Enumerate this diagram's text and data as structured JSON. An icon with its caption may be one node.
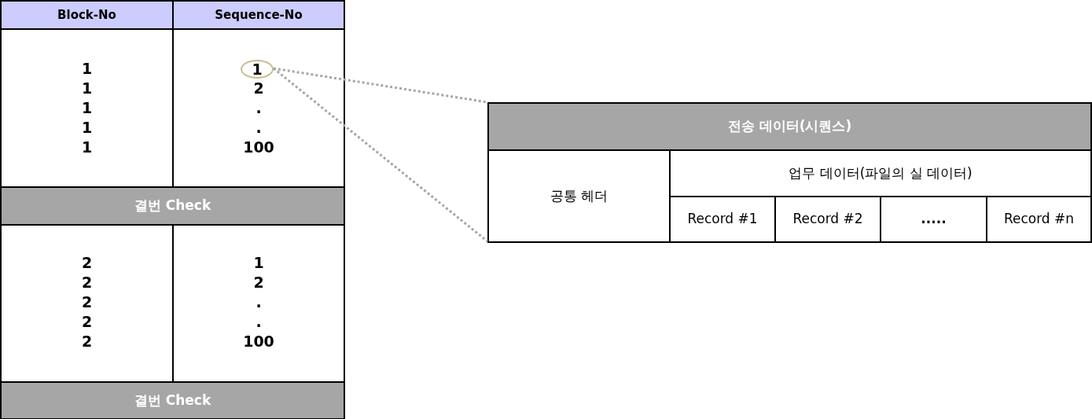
{
  "diagram": {
    "nodes": [
      {
        "text": [
          "Block-No"
        ]
      },
      {
        "text": [
          "Sequence-No"
        ]
      },
      {
        "text": [
          "1",
          "1",
          "1",
          "1",
          "1"
        ]
      },
      {
        "text": [
          "2",
          ".",
          ".",
          "100"
        ]
      },
      {
        "text": [
          "1"
        ],
        "in": 3
      },
      {
        "text": [
          "결번 Check"
        ]
      },
      {
        "text": [
          "2",
          "2",
          "2",
          "2",
          "2"
        ]
      },
      {
        "text": [
          "1",
          "2",
          ".",
          ".",
          "100"
        ]
      },
      {
        "text": [
          "결번 Check"
        ]
      },
      {
        "text": [
          "전송 데이터(시퀀스)"
        ]
      },
      {
        "text": [
          "공통 헤더"
        ]
      },
      {
        "text": [
          "업무 데이터(파일의 실 데이터)"
        ]
      },
      {
        "text": [
          "Record #1"
        ]
      },
      {
        "text": [
          "Record #2"
        ]
      },
      {
        "text": [
          "....."
        ]
      },
      {
        "text": [
          "Record #n"
        ]
      }
    ],
    "edges": [
      {
        "from": 4,
        "to": 9,
        "arrow": "none",
        "style": "dashed"
      },
      {
        "from": 4,
        "to": 10,
        "arrow": "none",
        "style": "dashed"
      }
    ]
  }
}
